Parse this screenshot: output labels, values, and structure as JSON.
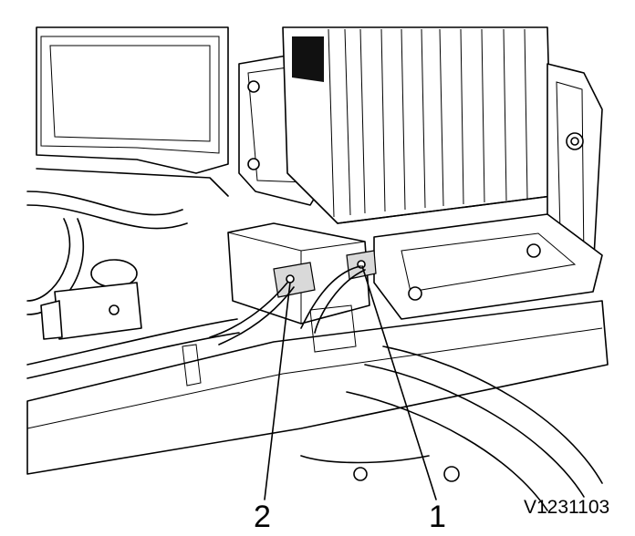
{
  "diagram": {
    "callouts": [
      {
        "id": "callout-2",
        "label": "2"
      },
      {
        "id": "callout-1",
        "label": "1"
      }
    ],
    "reference_code": "V1231103"
  }
}
